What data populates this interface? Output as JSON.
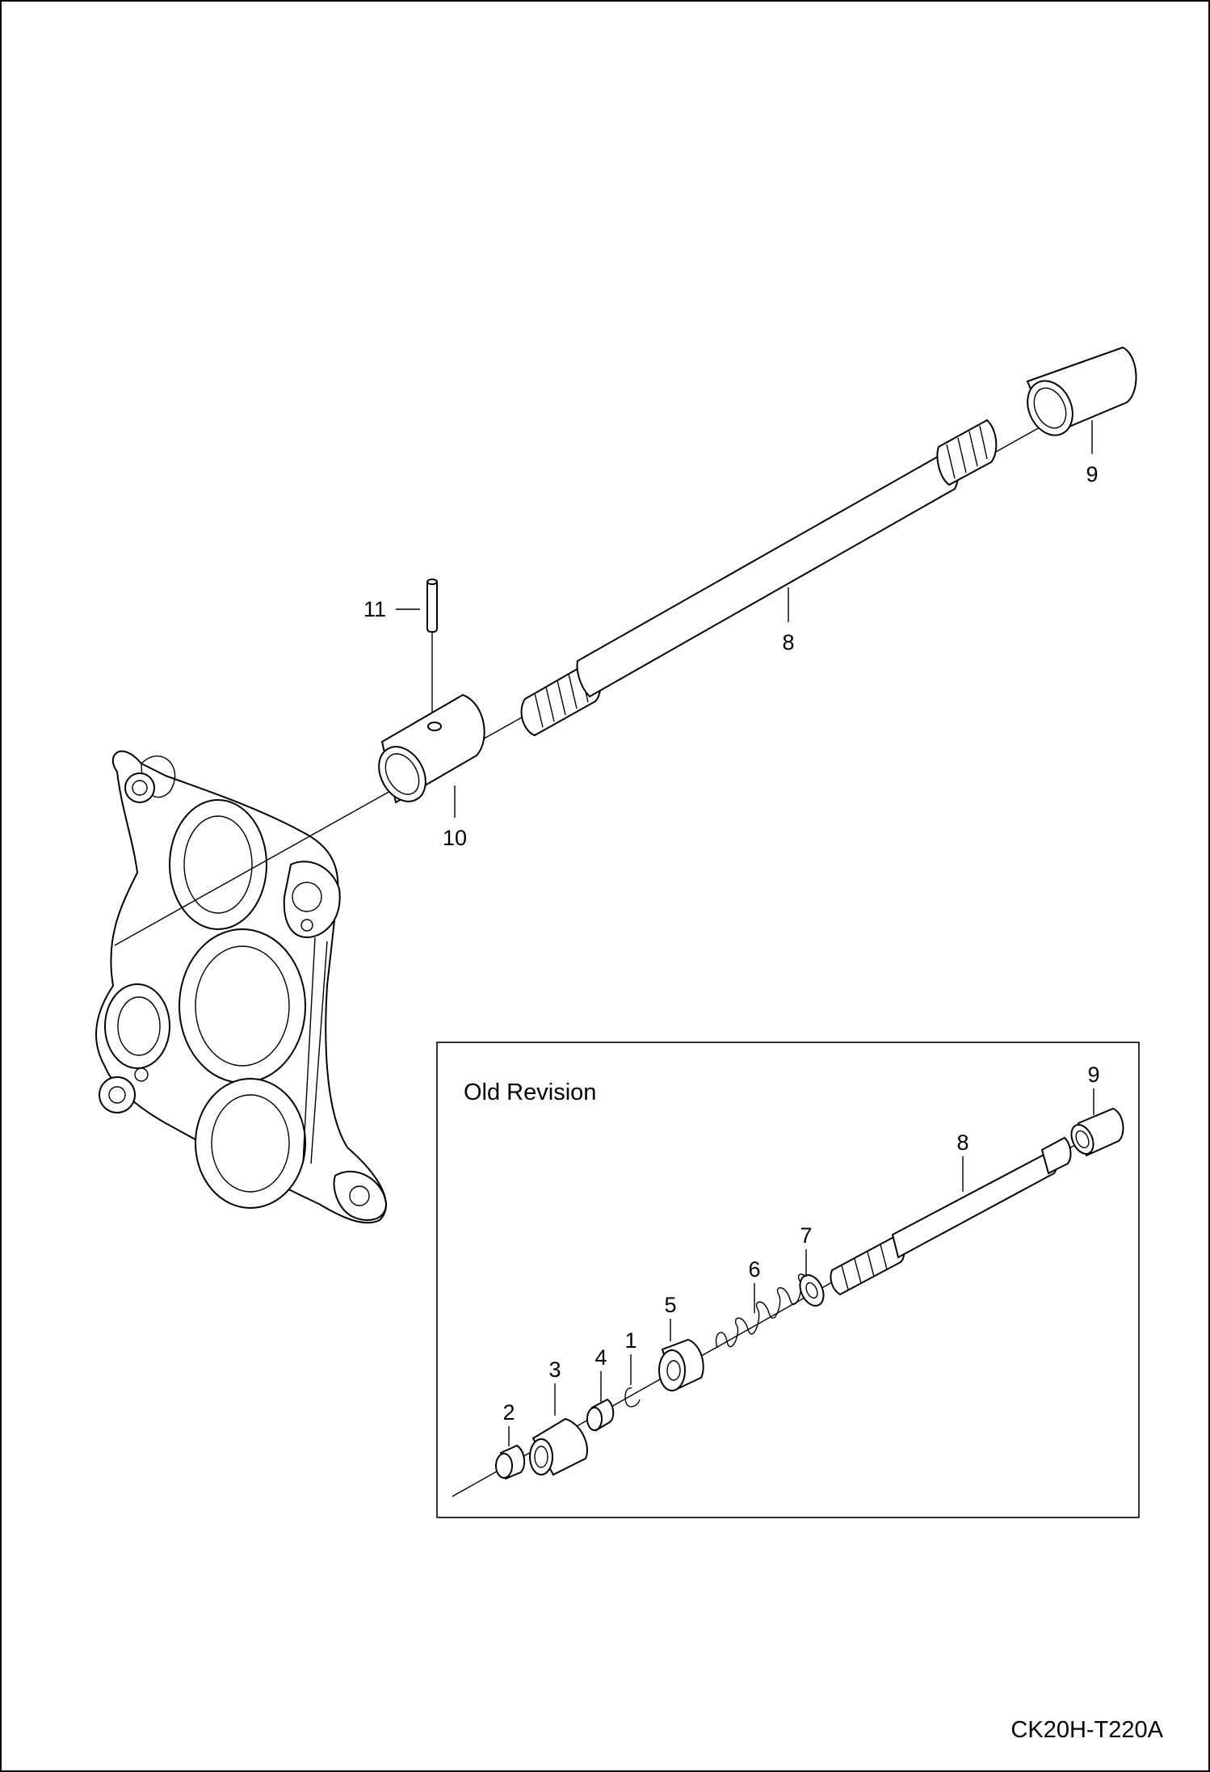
{
  "main": {
    "callouts": {
      "c11": "11",
      "c8": "8",
      "c9": "9",
      "c10": "10"
    }
  },
  "inset": {
    "title": "Old Revision",
    "callouts": {
      "c1": "1",
      "c2": "2",
      "c3": "3",
      "c4": "4",
      "c5": "5",
      "c6": "6",
      "c7": "7",
      "c8": "8",
      "c9": "9"
    }
  },
  "drawing_code": "CK20H-T220A"
}
